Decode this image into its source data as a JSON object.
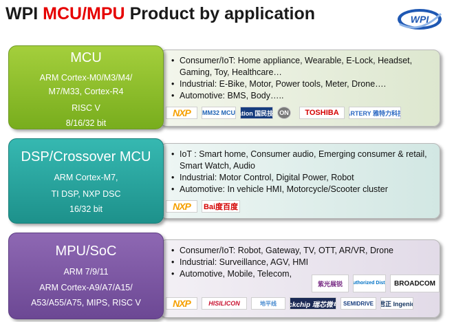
{
  "title": {
    "prefix": "WPI",
    "highlight": "MCU/MPU",
    "suffix": "Product by application"
  },
  "logo": {
    "icon": "wpi-logo",
    "text": "WPI"
  },
  "sections": [
    {
      "heading": "MCU",
      "details": [
        "ARM Cortex-M0/M3/M4/",
        "M7/M33, Cortex-R4",
        "RISC V",
        "8/16/32 bit"
      ],
      "bullets": [
        "Consumer/IoT: Home appliance, Wearable, E-Lock, Headset, Gaming, Toy, Healthcare…",
        "Industrial: E-Bike, Motor, Power tools, Meter, Drone….",
        "Automotive: BMS, Body….."
      ],
      "logos": [
        "NXP",
        "MM32 MCU",
        "Nation 国民技术",
        "ON",
        "TOSHIBA",
        "ARTERY 雅特力科技"
      ]
    },
    {
      "heading": "DSP/Crossover MCU",
      "details": [
        "ARM Cortex-M7,",
        "TI DSP, NXP DSC",
        "16/32 bit"
      ],
      "bullets": [
        "IoT : Smart home, Consumer audio, Emerging consumer & retail, Smart Watch, Audio",
        "Industrial: Motor Control, Digital Power, Robot",
        "Automotive: In vehicle HMI, Motorcycle/Scooter cluster"
      ],
      "logos": [
        "NXP",
        "Bai度百度"
      ]
    },
    {
      "heading": "MPU/SoC",
      "details": [
        "ARM 7/9/11",
        "ARM Cortex-A9/A7/A15/",
        "A53/A55/A75, MIPS, RISC V"
      ],
      "bullets": [
        "Consumer/IoT: Robot, Gateway, TV, OTT, AR/VR, Drone",
        "Industrial: Surveillance, AGV, HMI",
        "Automotive, Mobile, Telecom,"
      ],
      "logos_inline": [
        "紫光展锐",
        "intel Authorized Distributor",
        "BROADCOM"
      ],
      "logos": [
        "NXP",
        "HISILICON",
        "地平线",
        "Rockchip 瑞芯微电子",
        "SEMIDRIVE",
        "君正 Ingenic"
      ]
    }
  ]
}
